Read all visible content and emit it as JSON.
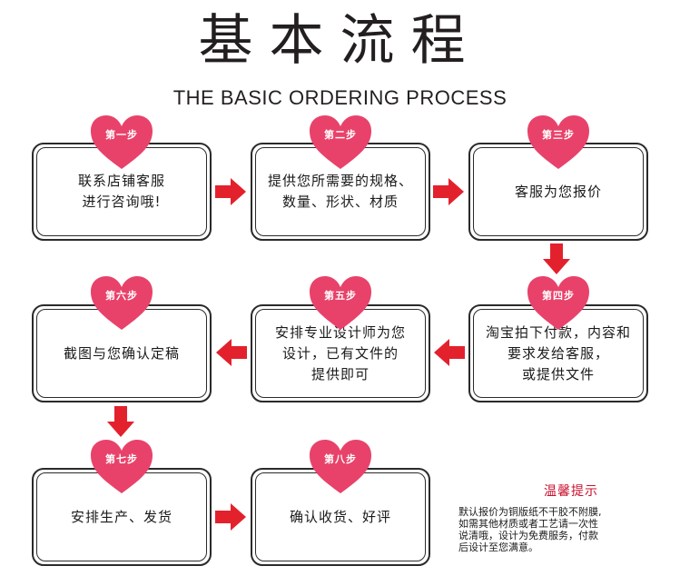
{
  "title": "基本流程",
  "subtitle": "THE BASIC ORDERING PROCESS",
  "steps": [
    {
      "label": "第一步",
      "lines": [
        "联系店铺客服",
        "进行咨询哦!"
      ]
    },
    {
      "label": "第二步",
      "lines": [
        "提供您所需要的规格、",
        "数量、形状、材质"
      ]
    },
    {
      "label": "第三步",
      "lines": [
        "客服为您报价"
      ]
    },
    {
      "label": "第四步",
      "lines": [
        "淘宝拍下付款，内容和",
        "要求发给客服，",
        "或提供文件"
      ]
    },
    {
      "label": "第五步",
      "lines": [
        "安排专业设计师为您",
        "设计，已有文件的",
        "提供即可"
      ]
    },
    {
      "label": "第六步",
      "lines": [
        "截图与您确认定稿"
      ]
    },
    {
      "label": "第七步",
      "lines": [
        "安排生产、发货"
      ]
    },
    {
      "label": "第八步",
      "lines": [
        "确认收货、好评"
      ]
    }
  ],
  "tips": {
    "title": "温馨提示",
    "lines": [
      "默认报价为铜版纸不干胶不附膜,",
      "如需其他材质或者工艺请一次性",
      "说清哦，设计为免费服务，付款",
      "后设计至您满意。"
    ]
  },
  "colors": {
    "heart": "#e8426a",
    "arrow": "#e3212d",
    "tips_title": "#c8102e",
    "border": "#2a2a2a"
  }
}
